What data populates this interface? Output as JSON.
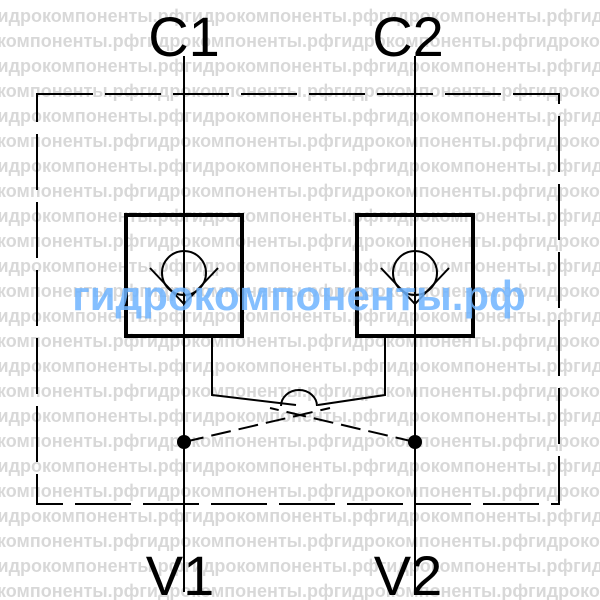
{
  "diagram": {
    "ports": {
      "c1": "C1",
      "c2": "C2",
      "v1": "V1",
      "v2": "V2"
    },
    "watermark": {
      "text": "гидрокомпоненты.рф",
      "repeat_text": "гидрокомпоненты.рфгидрокомпоненты.рфгидрокомпоненты.рфгидрокомпоненты.рф"
    },
    "colors": {
      "line": "#000000",
      "watermark_gray": "#cccccc",
      "watermark_blue": "#6fb4ff"
    }
  }
}
